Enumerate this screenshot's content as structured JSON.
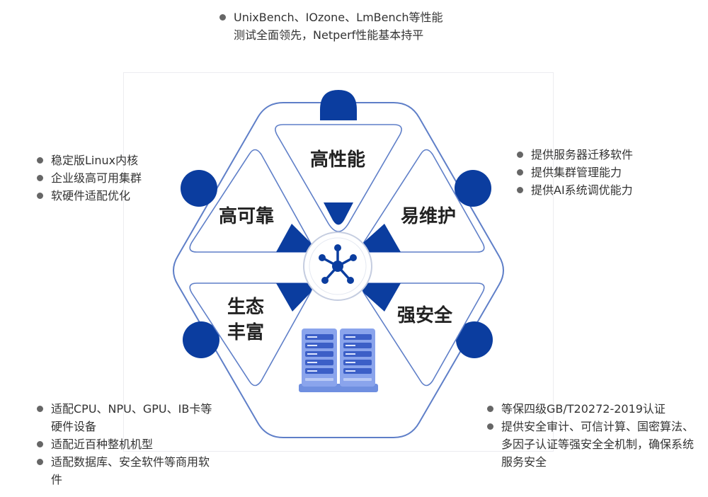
{
  "colors": {
    "primary": "#0b3d9f",
    "outline": "#5f7fc8",
    "panel": "#ffffff",
    "server": "#6f8fe0"
  },
  "center_icon": "network-node-icon",
  "server_icon": "server-rack-icon",
  "segments": {
    "high_performance": {
      "label": "高性能"
    },
    "maintainability": {
      "label": "易维护"
    },
    "security": {
      "label": "强安全"
    },
    "reliability": {
      "label": "高可靠"
    },
    "ecosystem": {
      "label_line1": "生态",
      "label_line2": "丰富"
    }
  },
  "features": {
    "top": [
      "UnixBench、IOzone、LmBench等性能测试全面领先，Netperf性能基本持平"
    ],
    "left": [
      "稳定版Linux内核",
      "企业级高可用集群",
      "软硬件适配优化"
    ],
    "right": [
      "提供服务器迁移软件",
      "提供集群管理能力",
      "提供AI系统调优能力"
    ],
    "bottom_left": [
      "适配CPU、NPU、GPU、IB卡等硬件设备",
      "适配近百种整机机型",
      "适配数据库、安全软件等商用软件"
    ],
    "bottom_right": [
      "等保四级GB/T20272-2019认证",
      "提供安全审计、可信计算、国密算法、多因子认证等强安全全机制，确保系统服务安全"
    ]
  }
}
